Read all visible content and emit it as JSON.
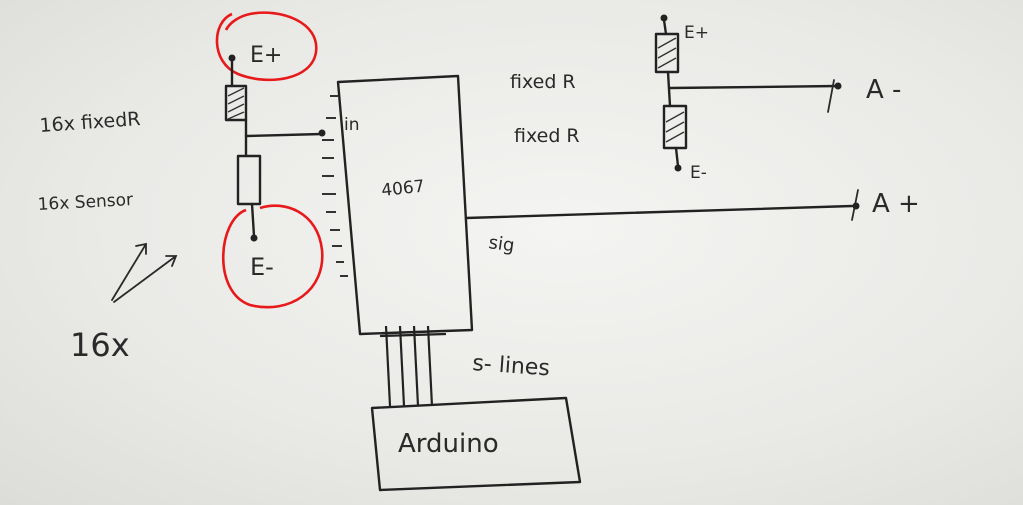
{
  "diagram": {
    "left_divider": {
      "top_terminal": "E+",
      "resistor_label": "16x fixedR",
      "sensor_label": "16x Sensor",
      "bottom_terminal": "E-",
      "multiplier": "16x"
    },
    "mux": {
      "chip": "4067",
      "input_label": "in",
      "signal_label": "sig",
      "select_label": "s- lines"
    },
    "controller": {
      "label": "Arduino"
    },
    "right_bridge": {
      "top_terminal": "E+",
      "resistor_top": "fixed R",
      "resistor_bottom": "fixed R",
      "bottom_terminal": "E-",
      "out_minus": "A -",
      "out_plus": "A +"
    },
    "colors": {
      "ink": "#222222",
      "highlight": "#e8191b",
      "paper": "#ededea"
    }
  }
}
